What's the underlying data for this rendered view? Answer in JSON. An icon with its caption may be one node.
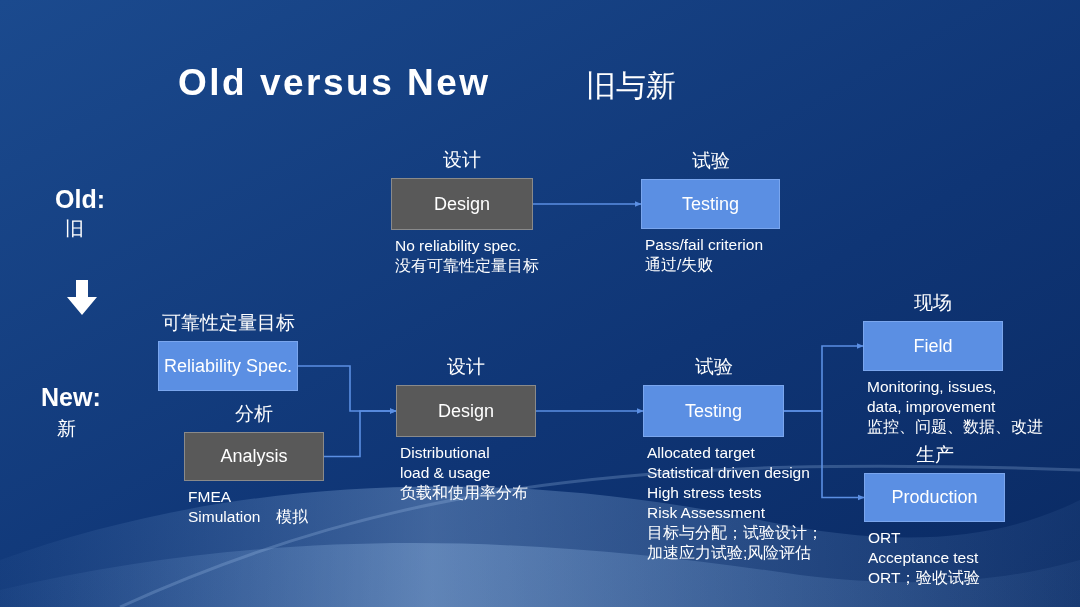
{
  "diagram": {
    "title": "Old versus New",
    "nodes": [
      {
        "text": [
          "设计",
          "Design"
        ],
        "beside": [
          "No reliability spec.",
          "没有可靠性定量目标"
        ]
      },
      {
        "text": [
          "试验",
          "Testing"
        ],
        "beside": [
          "Pass/fail criterion",
          "通过/失败"
        ]
      },
      {
        "text": [
          "可靠性定量目标",
          "Reliability Spec."
        ]
      },
      {
        "text": [
          "分析",
          "Analysis"
        ],
        "beside": [
          "FMEA",
          "Simulation",
          "模拟"
        ]
      },
      {
        "text": [
          "设计",
          "Design"
        ],
        "beside": [
          "Distributional load & usage",
          "负载和使用率分布"
        ]
      },
      {
        "text": [
          "试验",
          "Testing"
        ],
        "beside": [
          "Allocated target",
          "Statistical driven design",
          "High stress tests",
          "Risk Assessment",
          "目标与分配；试验设计；加速应力试验;风险评估"
        ]
      },
      {
        "text": [
          "现场",
          "Field"
        ],
        "beside": [
          "Monitoring, issues, data, improvement",
          "监控、问题、数据、改进"
        ]
      },
      {
        "text": [
          "生产",
          "Production"
        ],
        "beside": [
          "ORT",
          "Acceptance test",
          "ORT；验收试验"
        ]
      }
    ],
    "edges": [
      {
        "from": 0,
        "to": 1,
        "arrow": "to"
      },
      {
        "from": 2,
        "to": 4,
        "arrow": "to"
      },
      {
        "from": 3,
        "to": 4,
        "arrow": "to"
      },
      {
        "from": 4,
        "to": 5,
        "arrow": "to"
      },
      {
        "from": 5,
        "to": 6,
        "arrow": "to"
      },
      {
        "from": 5,
        "to": 7,
        "arrow": "to"
      }
    ],
    "labels": [
      "旧与新",
      "Old:",
      "旧",
      "New:",
      "新"
    ]
  }
}
